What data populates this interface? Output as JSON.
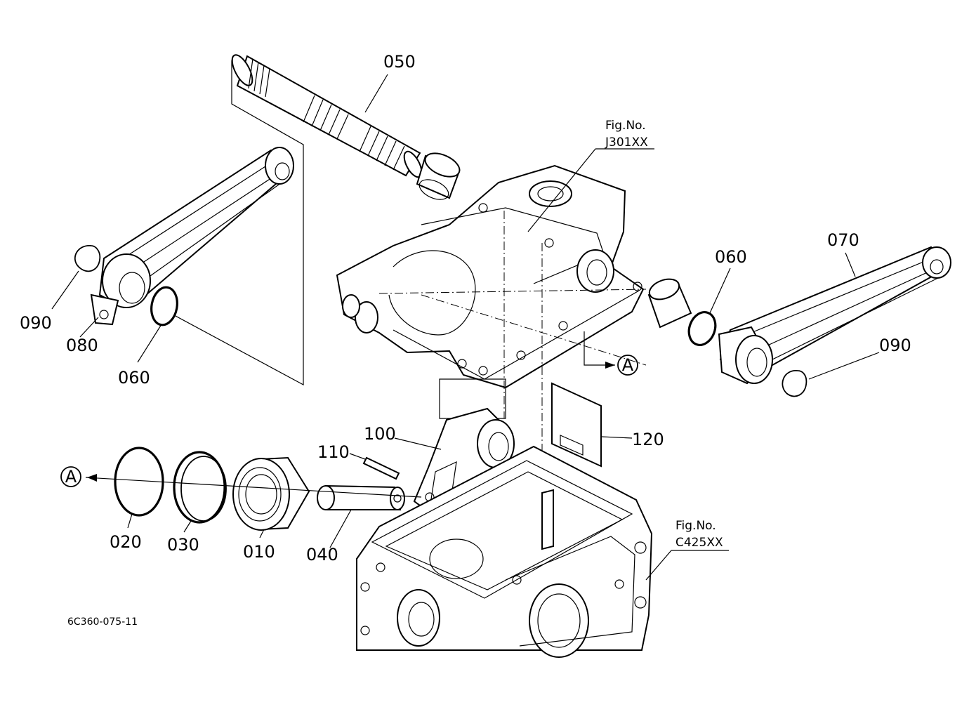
{
  "diagram": {
    "drawing_code": "6C360-075-11",
    "part_labels": {
      "p010": "010",
      "p020": "020",
      "p030": "030",
      "p040": "040",
      "p050": "050",
      "p060_left": "060",
      "p060_right": "060",
      "p070": "070",
      "p080": "080",
      "p090_left": "090",
      "p090_right": "090",
      "p100": "100",
      "p110": "110",
      "p120": "120"
    },
    "fig_refs": {
      "upper": {
        "title": "Fig.No.",
        "code": "J301XX"
      },
      "lower": {
        "title": "Fig.No.",
        "code": "C425XX"
      }
    },
    "callouts": {
      "a_right": "A",
      "a_left": "A"
    }
  }
}
